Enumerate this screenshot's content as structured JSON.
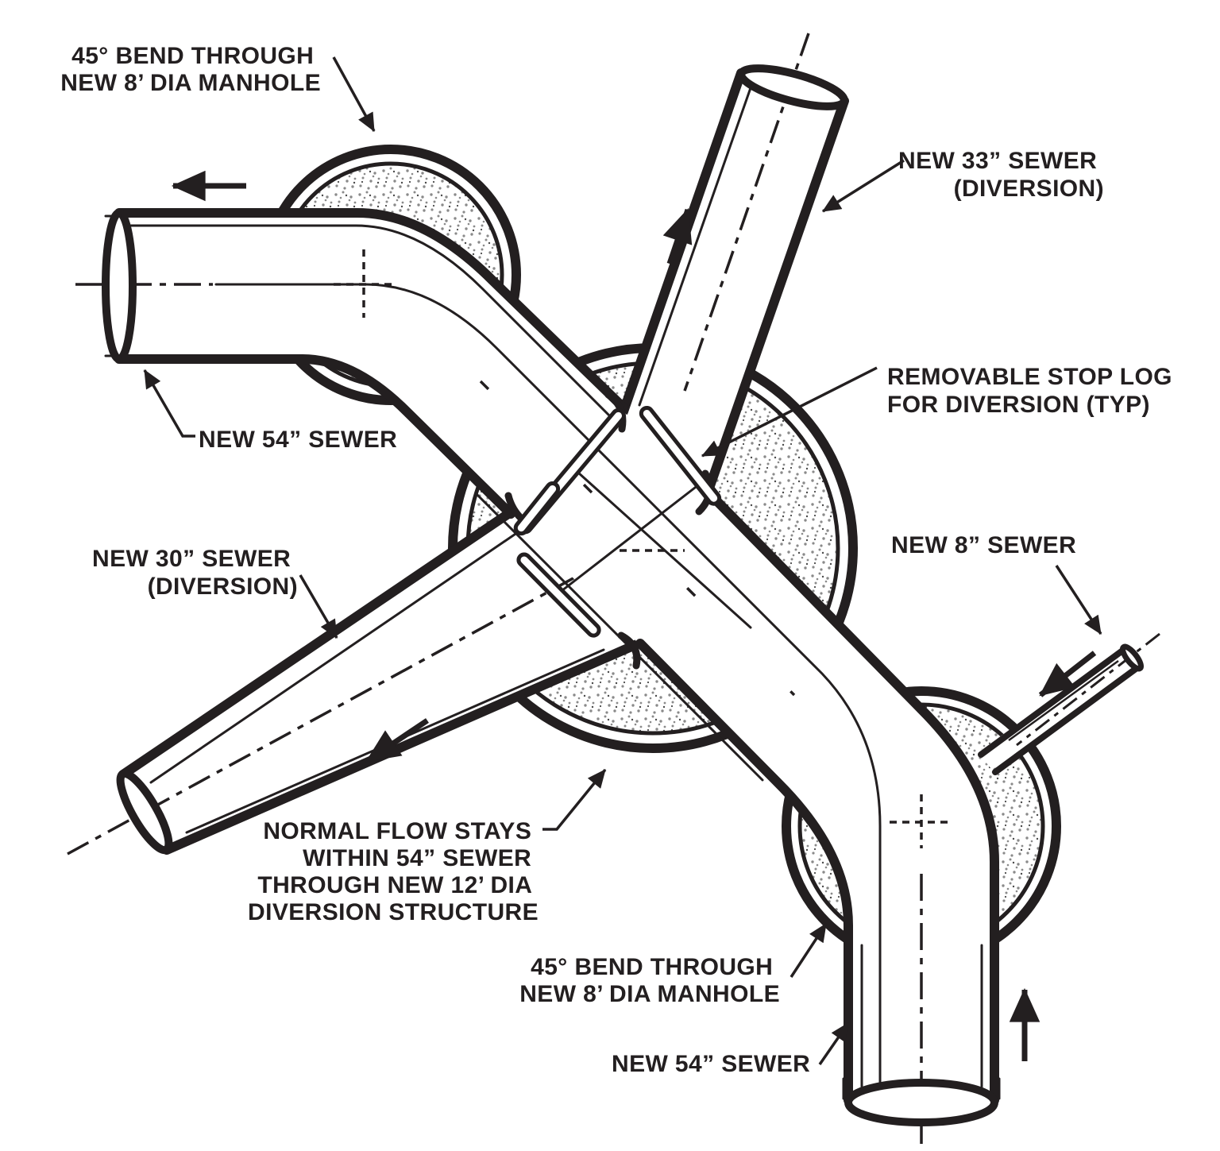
{
  "ink_color": "#231f20",
  "background_color": "#ffffff",
  "stipple_color": "#8a8a8a",
  "labels": {
    "bend_top_left": {
      "lines": [
        "45° BEND THROUGH",
        "NEW 8’ DIA MANHOLE"
      ]
    },
    "sewer_33": {
      "lines": [
        "NEW 33” SEWER",
        "(DIVERSION)"
      ]
    },
    "stop_log": {
      "lines": [
        "REMOVABLE STOP LOG",
        "FOR DIVERSION (TYP)"
      ]
    },
    "sewer_54_left": {
      "lines": [
        "NEW 54” SEWER"
      ]
    },
    "sewer_30": {
      "lines": [
        "NEW 30” SEWER",
        "(DIVERSION)"
      ]
    },
    "sewer_8": {
      "lines": [
        "NEW 8” SEWER"
      ]
    },
    "normal_flow": {
      "lines": [
        "NORMAL FLOW STAYS",
        "WITHIN 54” SEWER",
        "THROUGH NEW 12’ DIA",
        "DIVERSION STRUCTURE"
      ]
    },
    "bend_bottom_right": {
      "lines": [
        "45° BEND THROUGH",
        "NEW 8’ DIA MANHOLE"
      ]
    },
    "sewer_54_bottom": {
      "lines": [
        "NEW 54” SEWER"
      ]
    }
  }
}
